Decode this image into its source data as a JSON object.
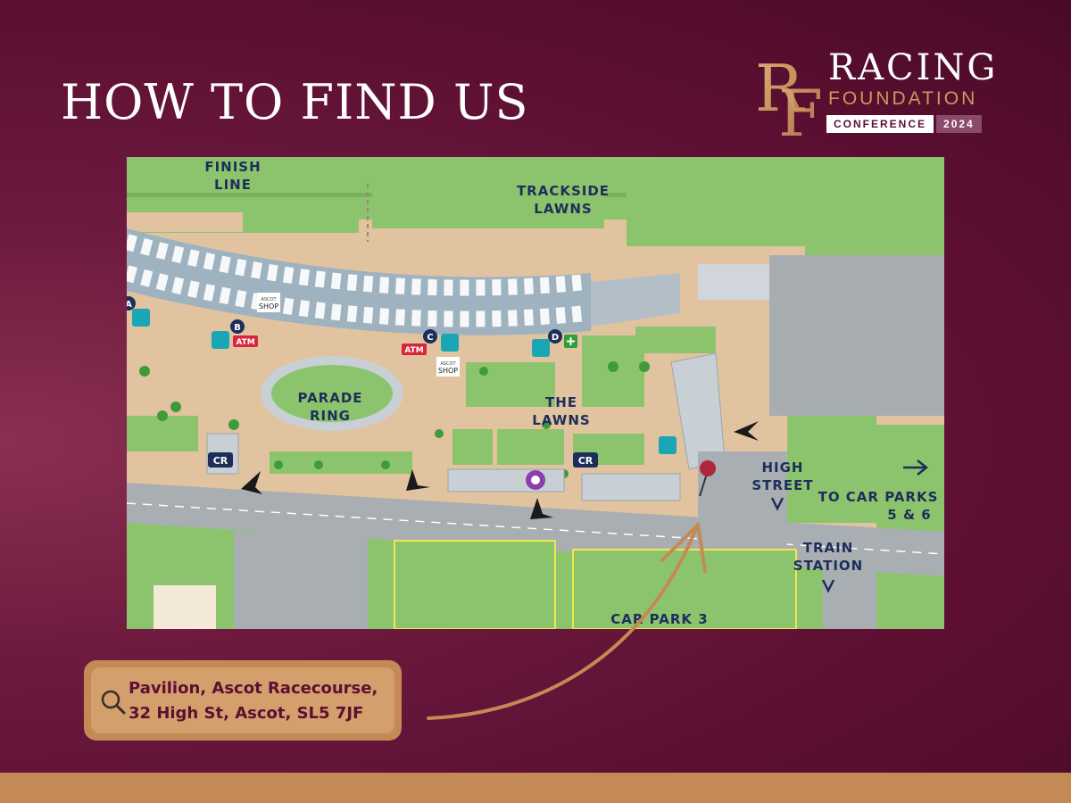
{
  "page": {
    "title": "HOW TO FIND US"
  },
  "logo": {
    "monogram": "RF",
    "line1": "RACING",
    "line2": "FOUNDATION",
    "badge_left": "CONFERENCE",
    "badge_right": "2024"
  },
  "map": {
    "labels": {
      "finish_line_1": "FINISH",
      "finish_line_2": "LINE",
      "trackside_1": "TRACKSIDE",
      "trackside_2": "LAWNS",
      "parade_1": "PARADE",
      "parade_2": "RING",
      "lawns_1": "THE",
      "lawns_2": "LAWNS",
      "high_street_1": "HIGH",
      "high_street_2": "STREET",
      "car_parks_1": "TO CAR PARKS",
      "car_parks_2": "5 & 6",
      "train_1": "TRAIN",
      "train_2": "STATION",
      "car_park_3": "CAR PARK 3"
    },
    "markers": {
      "a": "A",
      "b": "B",
      "c": "C",
      "d": "D",
      "atm": "ATM",
      "cr": "CR",
      "shop_small": "ASCOT",
      "shop": "SHOP"
    },
    "colors": {
      "grass": "#8cc46e",
      "path": "#e2c39f",
      "road": "#a9aeb2",
      "building": "#c8d0d6",
      "label": "#1e2e5a",
      "accent": "#c48a55"
    }
  },
  "address": {
    "icon": "search-icon",
    "line1": "Pavilion, Ascot Racecourse,",
    "line2": "32 High St, Ascot, SL5 7JF"
  }
}
